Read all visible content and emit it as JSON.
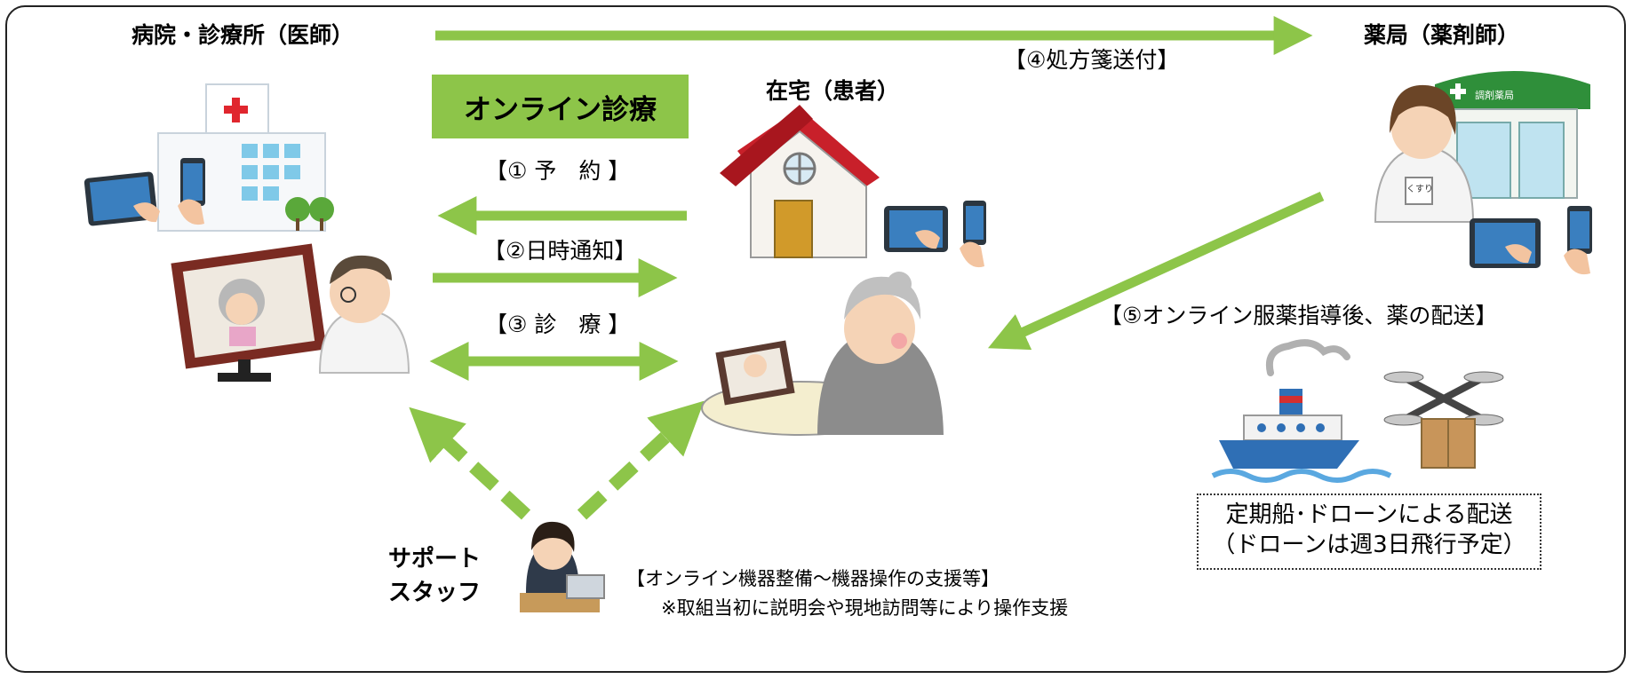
{
  "colors": {
    "accent_green": "#8dc549",
    "roof_red": "#c8202a",
    "frame": "#222222"
  },
  "labels": {
    "hospital": "病院・診療所（医師）",
    "pharmacy": "薬局（薬剤師）",
    "home": "在宅（患者）",
    "online_badge": "オンライン診療",
    "step1": "【① 予　約 】",
    "step2": "【②日時通知】",
    "step3": "【③ 診　療 】",
    "step4": "【④処方箋送付】",
    "step5": "【⑤オンライン服薬指導後、薬の配送】",
    "support_line1": "サポート",
    "support_line2": "スタッフ",
    "support_note_line1": "【オンライン機器整備～機器操作の支援等】",
    "support_note_line2": "※取組当初に説明会や現地訪問等により操作支援",
    "delivery_line1": "定期船･ドローンによる配送",
    "delivery_line2": "（ドローンは週3日飛行予定）",
    "pharmacy_sign": "調剤薬局",
    "medicine_bag": "くすり"
  },
  "icons": {
    "hospital": "hospital-building-icon",
    "home": "house-icon",
    "pharmacy": "pharmacy-store-icon",
    "doctor": "doctor-at-monitor-icon",
    "patient": "elderly-patient-with-laptop-icon",
    "pharmacist": "pharmacist-icon",
    "ship": "ship-icon",
    "drone": "drone-icon",
    "support": "support-staff-laptop-icon",
    "tablet": "tablet-icon",
    "smartphone": "smartphone-icon"
  }
}
